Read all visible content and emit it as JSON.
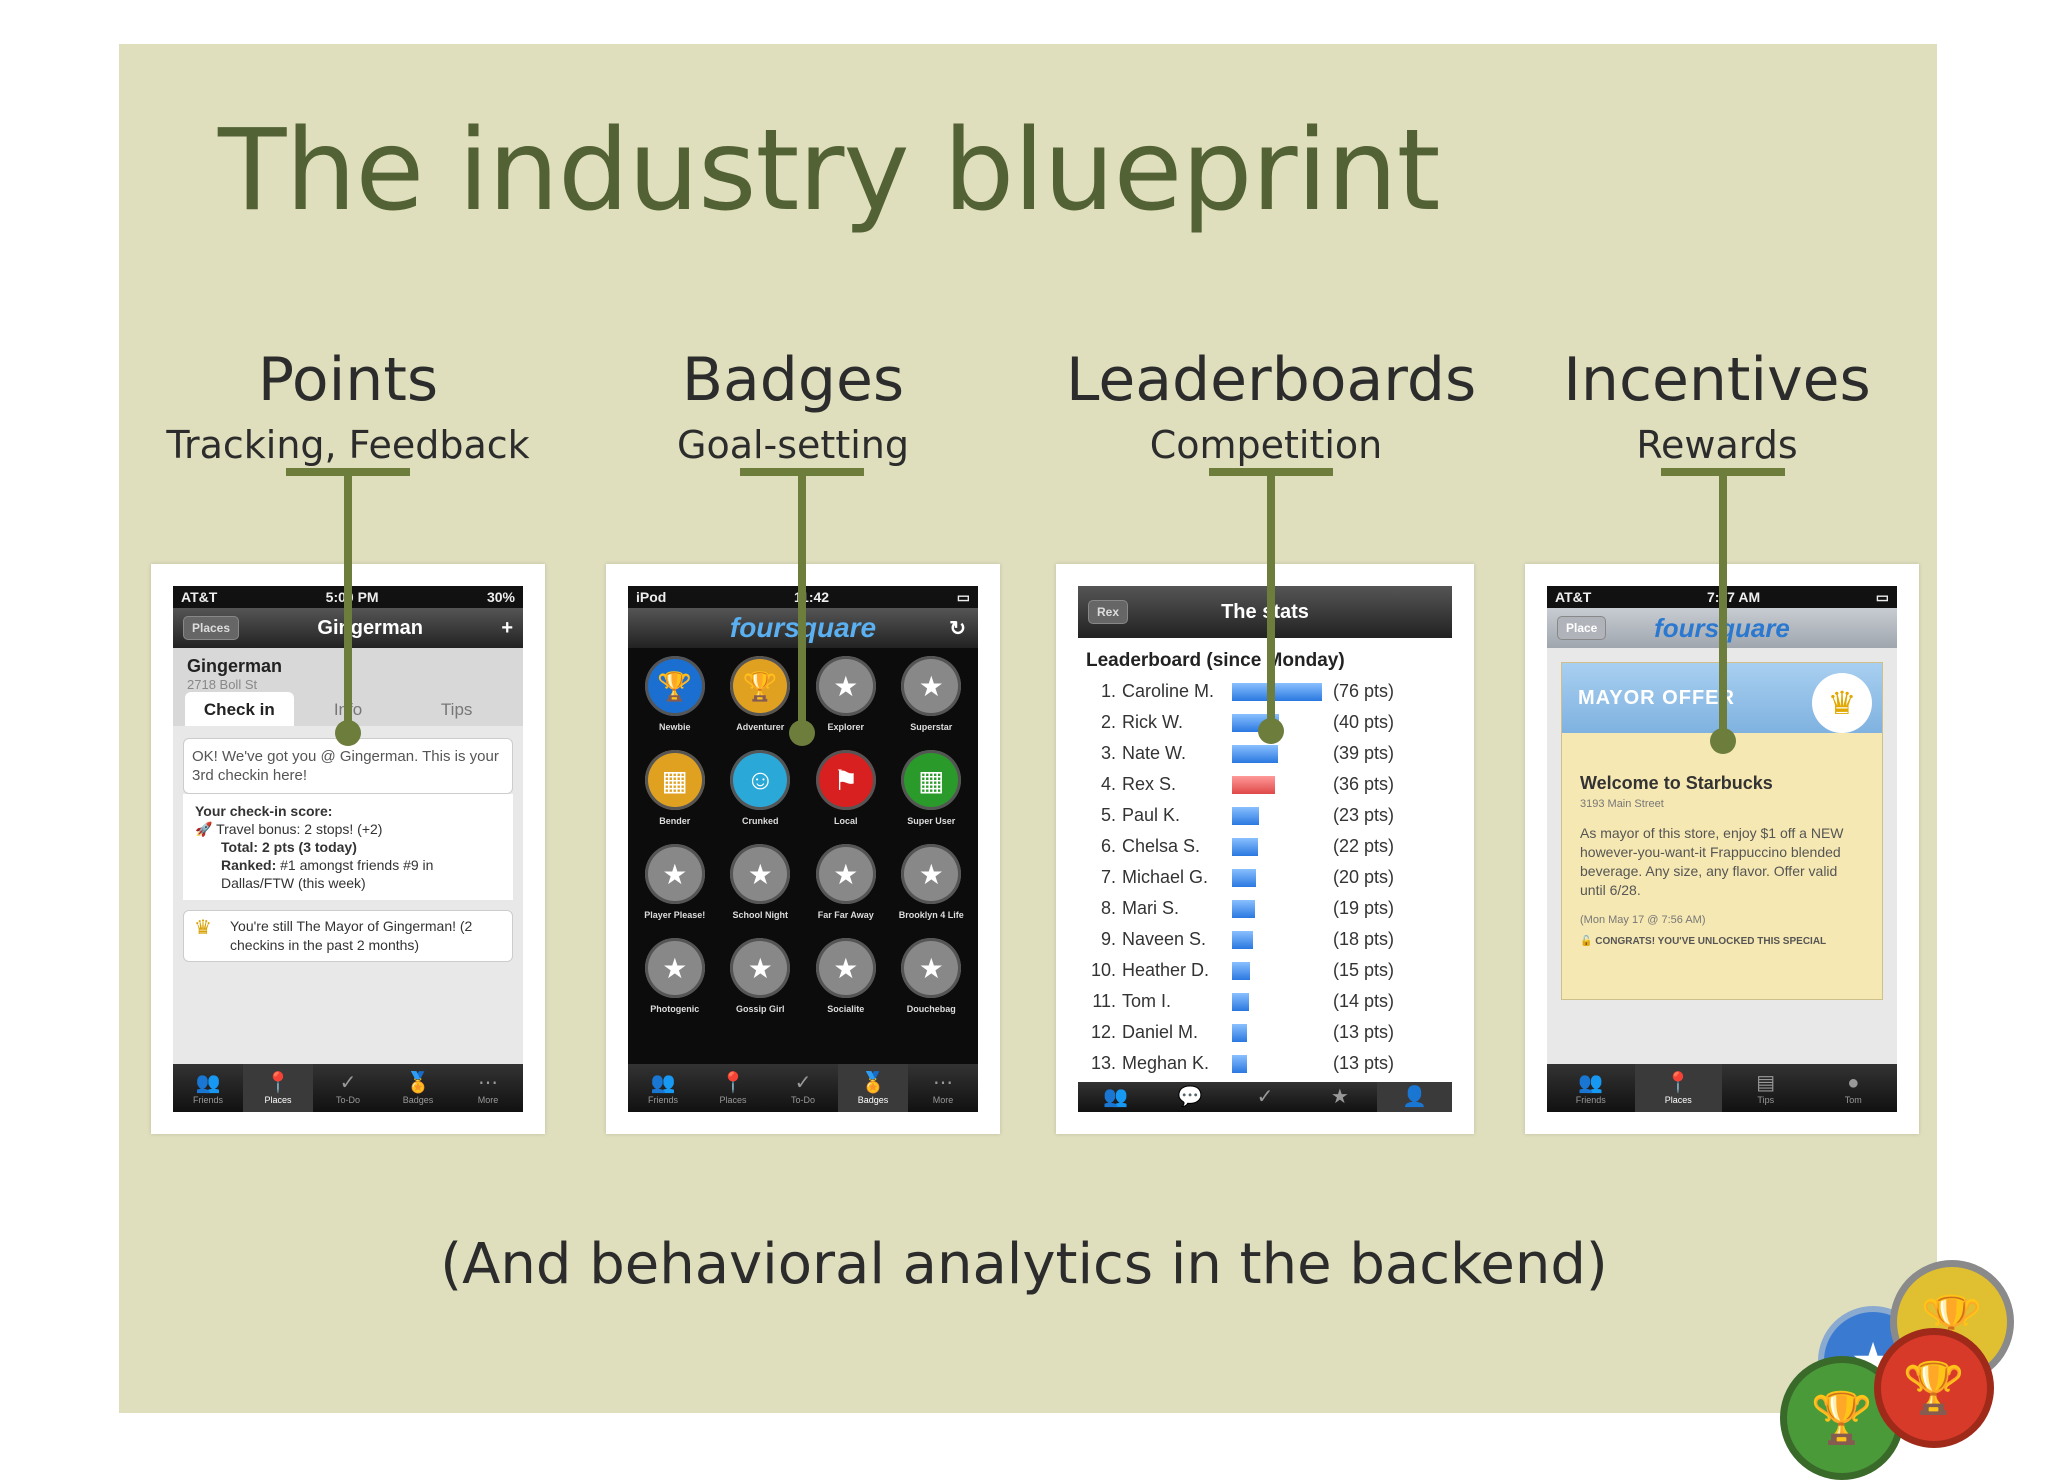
{
  "title": "The industry blueprint",
  "categories": [
    {
      "heading": "Points",
      "sub": "Tracking, Feedback"
    },
    {
      "heading": "Badges",
      "sub": "Goal-setting"
    },
    {
      "heading": "Leaderboards",
      "sub": "Competition"
    },
    {
      "heading": "Incentives",
      "sub": "Rewards"
    }
  ],
  "footnote": "(And behavioral analytics in the backend)",
  "colors": {
    "slide_bg": "#dfdfbe",
    "title": "#536234",
    "connector": "#6c7d3c"
  },
  "points_screen": {
    "status": {
      "carrier": "AT&T",
      "time": "5:00 PM",
      "battery": "30%"
    },
    "nav": {
      "back": "Places",
      "title": "Gingerman",
      "action": "+"
    },
    "venue": {
      "name": "Gingerman",
      "address": "2718 Boll St"
    },
    "segments": [
      "Check in",
      "Info",
      "Tips"
    ],
    "message": "OK! We've got you @ Gingerman. This is your 3rd checkin here!",
    "score_title": "Your check-in score:",
    "bonus": "Travel bonus: 2 stops! (+2)",
    "total_label": "Total:",
    "total_value": "2 pts (3 today)",
    "ranked_label": "Ranked:",
    "ranked_value": "#1 amongst friends #9 in Dallas/FTW (this week)",
    "mayor_note": "You're still The Mayor of Gingerman! (2 checkins in the past 2 months)",
    "tabs": [
      "Friends",
      "Places",
      "To-Do",
      "Badges",
      "More"
    ]
  },
  "badges_screen": {
    "status": {
      "carrier": "iPod",
      "time": "11:42"
    },
    "logo": "foursquare",
    "badges": [
      {
        "label": "Newbie",
        "color": "#1a6fd0",
        "icon": "trophy-icon"
      },
      {
        "label": "Adventurer",
        "color": "#e0a020",
        "icon": "trophy-icon"
      },
      {
        "label": "Explorer",
        "color": "#888888",
        "icon": "star-icon"
      },
      {
        "label": "Superstar",
        "color": "#888888",
        "icon": "star-icon"
      },
      {
        "label": "Bender",
        "color": "#e0a020",
        "icon": "calendar-icon"
      },
      {
        "label": "Crunked",
        "color": "#2aa8d8",
        "icon": "face-icon"
      },
      {
        "label": "Local",
        "color": "#d82020",
        "icon": "flag-icon"
      },
      {
        "label": "Super User",
        "color": "#2a9a2a",
        "icon": "calendar-icon"
      },
      {
        "label": "Player Please!",
        "color": "#888888",
        "icon": "star-icon"
      },
      {
        "label": "School Night",
        "color": "#888888",
        "icon": "star-icon"
      },
      {
        "label": "Far Far Away",
        "color": "#888888",
        "icon": "star-icon"
      },
      {
        "label": "Brooklyn 4 Life",
        "color": "#888888",
        "icon": "star-icon"
      },
      {
        "label": "Photogenic",
        "color": "#888888",
        "icon": "star-icon"
      },
      {
        "label": "Gossip Girl",
        "color": "#888888",
        "icon": "star-icon"
      },
      {
        "label": "Socialite",
        "color": "#888888",
        "icon": "star-icon"
      },
      {
        "label": "Douchebag",
        "color": "#888888",
        "icon": "star-icon"
      }
    ],
    "tabs": [
      "Friends",
      "Places",
      "To-Do",
      "Badges",
      "More"
    ]
  },
  "leaderboard_screen": {
    "nav": {
      "back": "Rex",
      "title": "The stats"
    },
    "heading": "Leaderboard (since Monday)",
    "rows": [
      {
        "rank": "1.",
        "name": "Caroline M.",
        "pts": 76,
        "label": "(76 pts)"
      },
      {
        "rank": "2.",
        "name": "Rick W.",
        "pts": 40,
        "label": "(40 pts)"
      },
      {
        "rank": "3.",
        "name": "Nate W.",
        "pts": 39,
        "label": "(39 pts)"
      },
      {
        "rank": "4.",
        "name": "Rex S.",
        "pts": 36,
        "label": "(36 pts)",
        "highlight": true
      },
      {
        "rank": "5.",
        "name": "Paul K.",
        "pts": 23,
        "label": "(23 pts)"
      },
      {
        "rank": "6.",
        "name": "Chelsa S.",
        "pts": 22,
        "label": "(22 pts)"
      },
      {
        "rank": "7.",
        "name": "Michael G.",
        "pts": 20,
        "label": "(20 pts)"
      },
      {
        "rank": "8.",
        "name": "Mari S.",
        "pts": 19,
        "label": "(19 pts)"
      },
      {
        "rank": "9.",
        "name": "Naveen S.",
        "pts": 18,
        "label": "(18 pts)"
      },
      {
        "rank": "10.",
        "name": "Heather D.",
        "pts": 15,
        "label": "(15 pts)"
      },
      {
        "rank": "11.",
        "name": "Tom I.",
        "pts": 14,
        "label": "(14 pts)"
      },
      {
        "rank": "12.",
        "name": "Daniel M.",
        "pts": 13,
        "label": "(13 pts)"
      },
      {
        "rank": "13.",
        "name": "Meghan K.",
        "pts": 13,
        "label": "(13 pts)"
      }
    ]
  },
  "incentives_screen": {
    "status": {
      "carrier": "AT&T",
      "time": "7:57 AM"
    },
    "nav": {
      "back": "Place",
      "logo": "foursquare"
    },
    "offer_header": "MAYOR OFFER",
    "venue": "Welcome to Starbucks",
    "address": "3193 Main Street",
    "body": "As mayor of this store, enjoy $1 off a NEW however-you-want-it Frappuccino blended beverage. Any size, any flavor. Offer valid until 6/28.",
    "date": "(Mon May 17 @ 7:56 AM)",
    "unlocked": "CONGRATS! YOU'VE UNLOCKED THIS SPECIAL",
    "tabs": [
      "Friends",
      "Places",
      "Tips",
      "Tom"
    ]
  }
}
